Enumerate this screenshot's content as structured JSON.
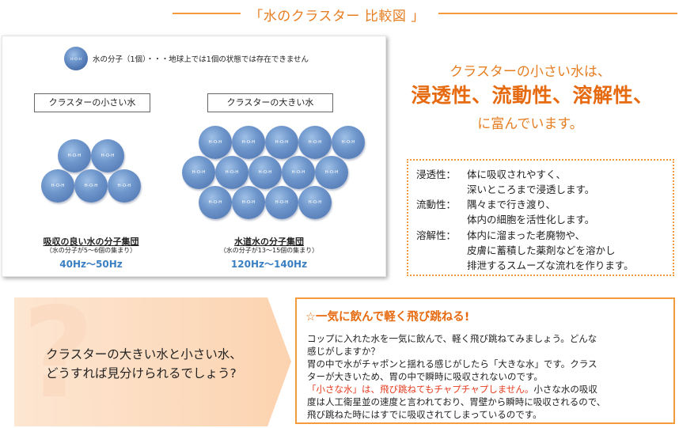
{
  "title": "「水のクラスター 比較図 」",
  "legend": {
    "ball_label": "H-O-H",
    "text": "水の分子（1個）・・・地球上では1個の状態では存在できません"
  },
  "small_cluster": {
    "box_label": "クラスターの小さい水",
    "title": "吸収の良い水の分子集団",
    "subtitle": "（水の分子が5～6個の集まり）",
    "frequency": "40Hz～50Hz",
    "molecule_label": "H-O-H",
    "molecule_count": 5
  },
  "large_cluster": {
    "box_label": "クラスターの大きい水",
    "title": "水道水の分子集団",
    "subtitle": "（水の分子が13～15個の集まり）",
    "frequency": "120Hz～140Hz",
    "molecule_label": "H-O-H",
    "molecule_count": 14
  },
  "headline": {
    "line1": "クラスターの小さい水は、",
    "line2": "浸透性、流動性、溶解性、",
    "line3": "に富んでいます。"
  },
  "properties": [
    {
      "label": "浸透性：",
      "lines": [
        "体に吸収されやすく、",
        "深いところまで浸透します。"
      ]
    },
    {
      "label": "流動性：",
      "lines": [
        "隅々まで行き渡り、",
        "体内の細胞を活性化します。"
      ]
    },
    {
      "label": "溶解性：",
      "lines": [
        "体内に溜まった老廃物や、",
        "皮膚に蓄積した薬剤などを溶かし",
        "排泄するスムーズな流れを作ります。"
      ]
    }
  ],
  "question": {
    "mark": "?",
    "line1": "クラスターの大きい水と小さい水、",
    "line2": "どうすれば見分けられるでしょう?"
  },
  "answer": {
    "title": "☆一気に飲んで軽く飛び跳ねる!",
    "line1": "コップに入れた水を一気に飲んで、軽く飛び跳ねてみましょう。どんな",
    "line2": "感じがしますか？",
    "line3": "胃の中で水がチャポンと揺れる感じがしたら「大きな水」です。クラス",
    "line4": "ターが大きいため、胃の中で瞬時に吸収されないのです。",
    "line5_red": "「小さな水」は、飛び跳ねてもチャプチャプしません。",
    "line5_rest": "小さな水の吸収",
    "line6": "度は人工衛星並の速度と言われており、胃壁から瞬時に吸収されるので、",
    "line7": "飛び跳ねた時にはすでに吸収されてしまっているのです。"
  },
  "colors": {
    "accent": "#f39a3c",
    "accent_text": "#e66a10",
    "molecule": "#6f97cc",
    "frequency": "#3a7fc1",
    "highlight_red": "#e53a1e"
  }
}
